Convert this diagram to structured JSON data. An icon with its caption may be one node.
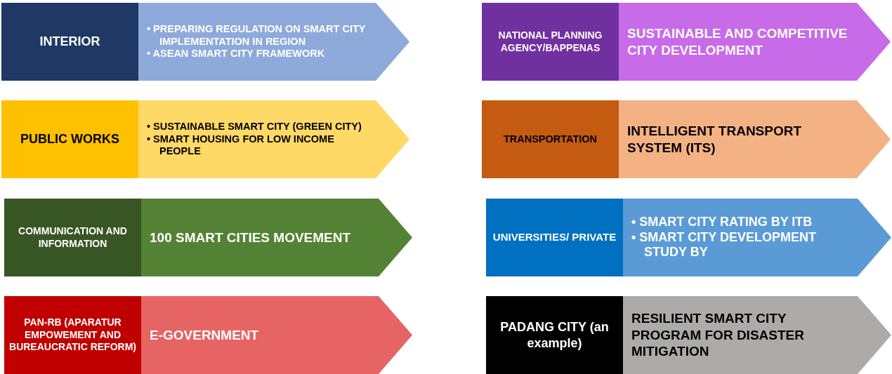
{
  "diagram": {
    "nodes": [
      {
        "text": [
          "INTERIOR"
        ]
      },
      {
        "text": [
          "• PREPARING REGULATION ON SMART CITY IMPLEMENTATION IN REGION",
          "• ASEAN SMART CITY FRAMEWORK"
        ]
      },
      {
        "text": [
          "NATIONAL PLANNING AGENCY/BAPPENAS"
        ]
      },
      {
        "text": [
          "SUSTAINABLE AND COMPETITIVE CITY DEVELOPMENT"
        ]
      },
      {
        "text": [
          "PUBLIC WORKS"
        ]
      },
      {
        "text": [
          "• SUSTAINABLE SMART CITY (GREEN CITY)",
          "• SMART HOUSING FOR LOW INCOME PEOPLE"
        ]
      },
      {
        "text": [
          "TRANSPORTATION"
        ]
      },
      {
        "text": [
          "INTELLIGENT TRANSPORT SYSTEM (ITS)"
        ]
      },
      {
        "text": [
          "COMMUNICATION AND INFORMATION"
        ]
      },
      {
        "text": [
          "100 SMART CITIES MOVEMENT"
        ]
      },
      {
        "text": [
          "UNIVERSITIES/ PRIVATE"
        ]
      },
      {
        "text": [
          "• SMART CITY RATING BY ITB",
          "• SMART CITY DEVELOPMENT STUDY BY"
        ]
      },
      {
        "text": [
          "PAN-RB (APARATUR EMPOWEMENT AND BUREAUCRATIC REFORM)"
        ]
      },
      {
        "text": [
          "E-GOVERNMENT"
        ]
      },
      {
        "text": [
          "PADANG CITY (an example)"
        ]
      },
      {
        "text": [
          "RESILIENT SMART CITY PROGRAM FOR DISASTER MITIGATION"
        ]
      }
    ]
  }
}
